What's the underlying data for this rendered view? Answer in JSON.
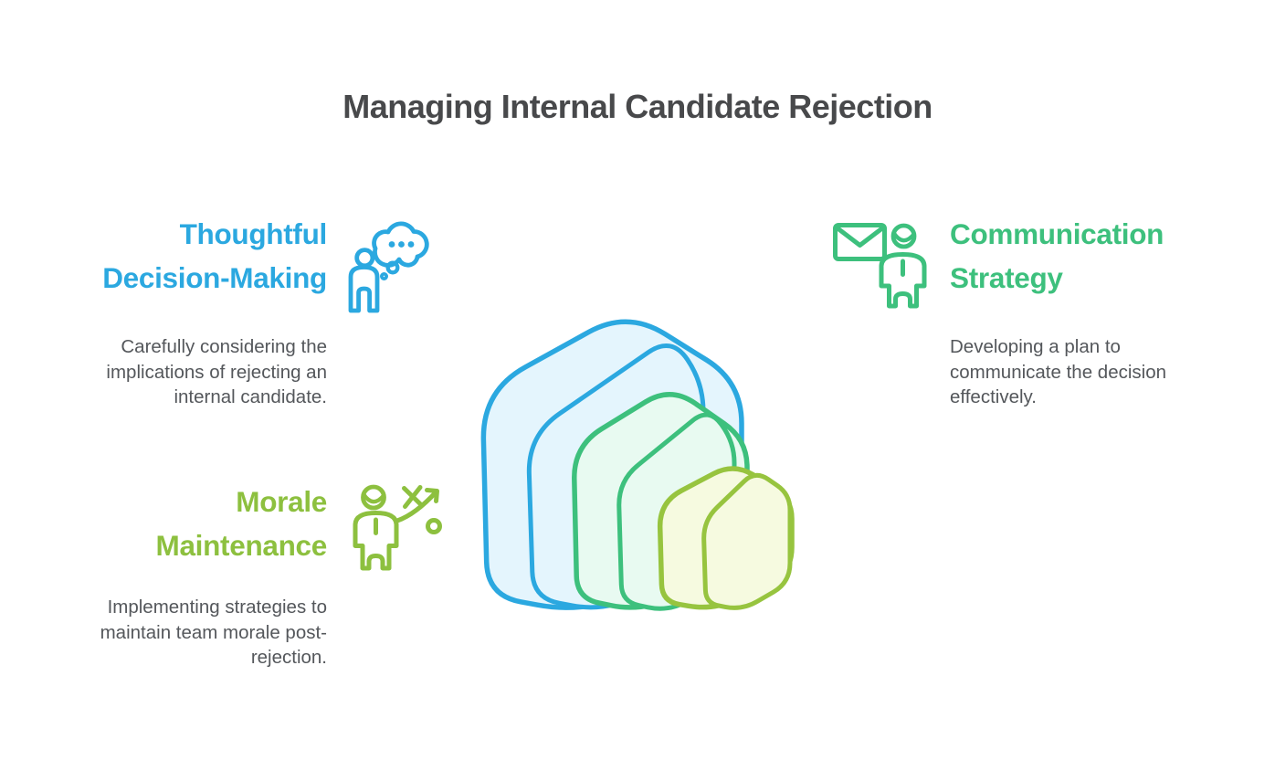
{
  "title": "Managing Internal Candidate Rejection",
  "text_colors": {
    "title": "#48494B",
    "body": "#54575B"
  },
  "sections": [
    {
      "id": "thoughtful-decision-making",
      "heading_lines": [
        "Thoughtful",
        "Decision-Making"
      ],
      "body_lines": [
        "Carefully considering the",
        "implications of rejecting an",
        "internal candidate."
      ],
      "color": "#2BA8E0",
      "icon": "person-thought-bubble-icon"
    },
    {
      "id": "communication-strategy",
      "heading_lines": [
        "Communication",
        "Strategy"
      ],
      "body_lines": [
        "Developing a plan to",
        "communicate the decision",
        "effectively."
      ],
      "color": "#3DC07D",
      "icon": "envelope-person-icon"
    },
    {
      "id": "morale-maintenance",
      "heading_lines": [
        "Morale",
        "Maintenance"
      ],
      "body_lines": [
        "Implementing strategies to",
        "maintain team morale post-",
        "rejection."
      ],
      "color": "#8DC03F",
      "icon": "person-strategy-icon"
    }
  ],
  "graphic": {
    "description": "three nested 3D rounded squares",
    "layers": [
      {
        "name": "stacked-square-large-blue",
        "stroke": "#2BA8E0",
        "fill": "#E4F5FD"
      },
      {
        "name": "stacked-square-medium-green",
        "stroke": "#3DC07D",
        "fill": "#E8FAF1"
      },
      {
        "name": "stacked-square-small-yellow",
        "stroke": "#97C43F",
        "fill": "#F6FAE0"
      }
    ]
  }
}
